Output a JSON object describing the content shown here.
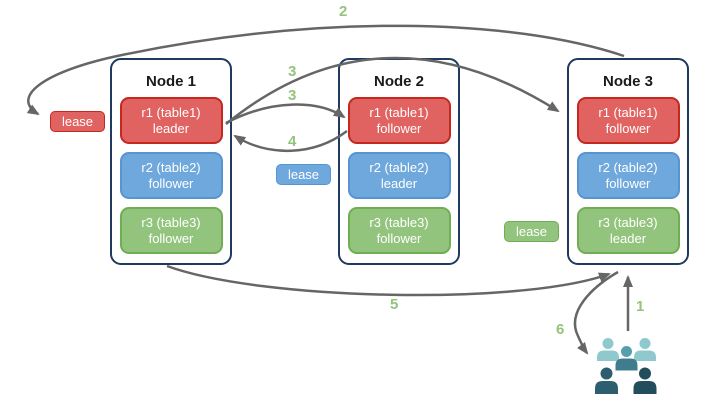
{
  "diagram": {
    "nodes": [
      {
        "title": "Node 1",
        "replicas": [
          {
            "name": "r1 (table1)",
            "role": "leader",
            "color": "red"
          },
          {
            "name": "r2 (table2)",
            "role": "follower",
            "color": "blue"
          },
          {
            "name": "r3 (table3)",
            "role": "follower",
            "color": "green"
          }
        ]
      },
      {
        "title": "Node 2",
        "replicas": [
          {
            "name": "r1 (table1)",
            "role": "follower",
            "color": "red"
          },
          {
            "name": "r2 (table2)",
            "role": "leader",
            "color": "blue"
          },
          {
            "name": "r3 (table3)",
            "role": "follower",
            "color": "green"
          }
        ]
      },
      {
        "title": "Node 3",
        "replicas": [
          {
            "name": "r1 (table1)",
            "role": "follower",
            "color": "red"
          },
          {
            "name": "r2 (table2)",
            "role": "follower",
            "color": "blue"
          },
          {
            "name": "r3 (table3)",
            "role": "leader",
            "color": "green"
          }
        ]
      }
    ],
    "leases": [
      {
        "label": "lease",
        "color": "red"
      },
      {
        "label": "lease",
        "color": "blue"
      },
      {
        "label": "lease",
        "color": "green"
      }
    ],
    "steps": [
      "1",
      "2",
      "3",
      "3",
      "4",
      "5",
      "6"
    ],
    "colors": {
      "red_fill": "#e06361",
      "red_border": "#c5281f",
      "blue_fill": "#6fa8dc",
      "blue_border": "#5694d2",
      "green_fill": "#93c47d",
      "green_border": "#6fae52",
      "node_border": "#1e3a5f",
      "arrow": "#666666",
      "step_label": "#93c47d",
      "people": [
        "#8fc9ce",
        "#57a0ab",
        "#3f7d8c",
        "#2c5e6f",
        "#224d5d"
      ]
    }
  }
}
